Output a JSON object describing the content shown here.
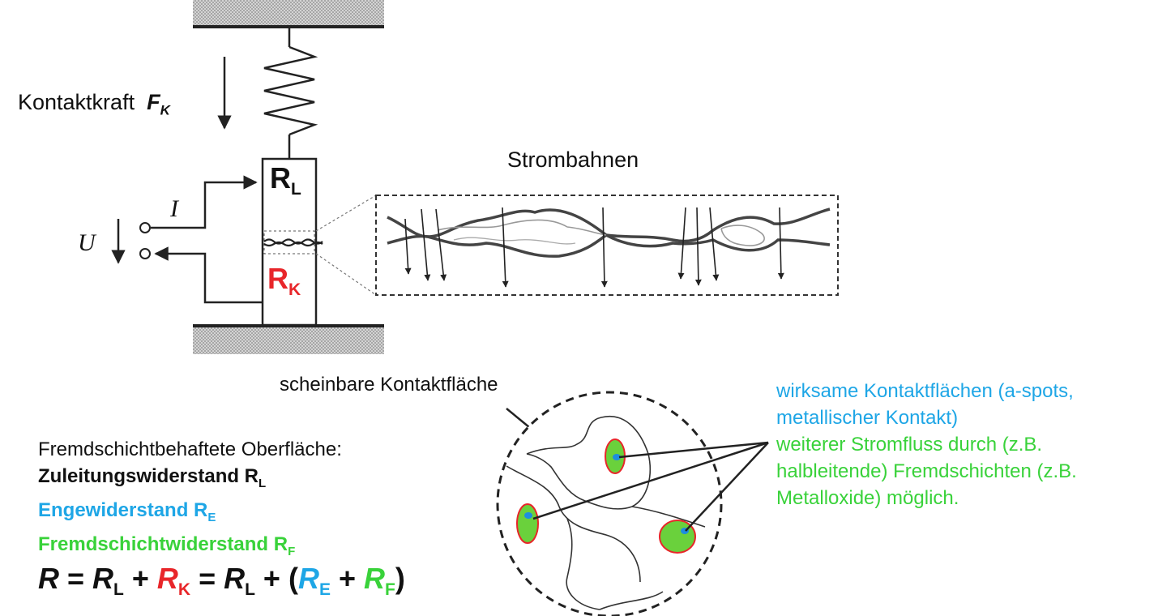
{
  "labels": {
    "contact_force": "Kontaktkraft",
    "contact_force_symbol": "F",
    "contact_force_sub": "K",
    "current_paths": "Strombahnen",
    "current": "I",
    "voltage": "U",
    "r_lead": "R",
    "r_lead_sub": "L",
    "r_contact": "R",
    "r_contact_sub": "K",
    "apparent_area": "scheinbare Kontaktfläche"
  },
  "surface": {
    "heading": "Fremdschichtbehaftete Oberfläche:",
    "lead_text": "Zuleitungswiderstand R",
    "lead_sub": "L",
    "constriction_text": "Engewiderstand R",
    "constriction_sub": "E",
    "film_text": "Fremdschichtwiderstand R",
    "film_sub": "F"
  },
  "equation": {
    "r": "R",
    "eq1": " = ",
    "rl": "R",
    "rl_sub": "L",
    "plus1": " + ",
    "rk": "R",
    "rk_sub": "K",
    "eq2": " = ",
    "rl2": "R",
    "rl2_sub": "L",
    "plus2": " + (",
    "re": "R",
    "re_sub": "E",
    "plus3": " + ",
    "rf": "R",
    "rf_sub": "F",
    "close": ")"
  },
  "annotations": {
    "blue_line1": "wirksame Kontaktflächen (a-spots,",
    "blue_line2": "metallischer Kontakt)",
    "green_line1": "weiterer Stromfluss durch (z.B.",
    "green_line2": "halbleitende) Fremdschichten (z.B.",
    "green_line3": "Metalloxide) möglich."
  },
  "colors": {
    "red": "#e8262a",
    "blue": "#1ea6e6",
    "green": "#39d23a",
    "spot_fill": "#6ad13c",
    "hatch": "#bdbdbd"
  }
}
